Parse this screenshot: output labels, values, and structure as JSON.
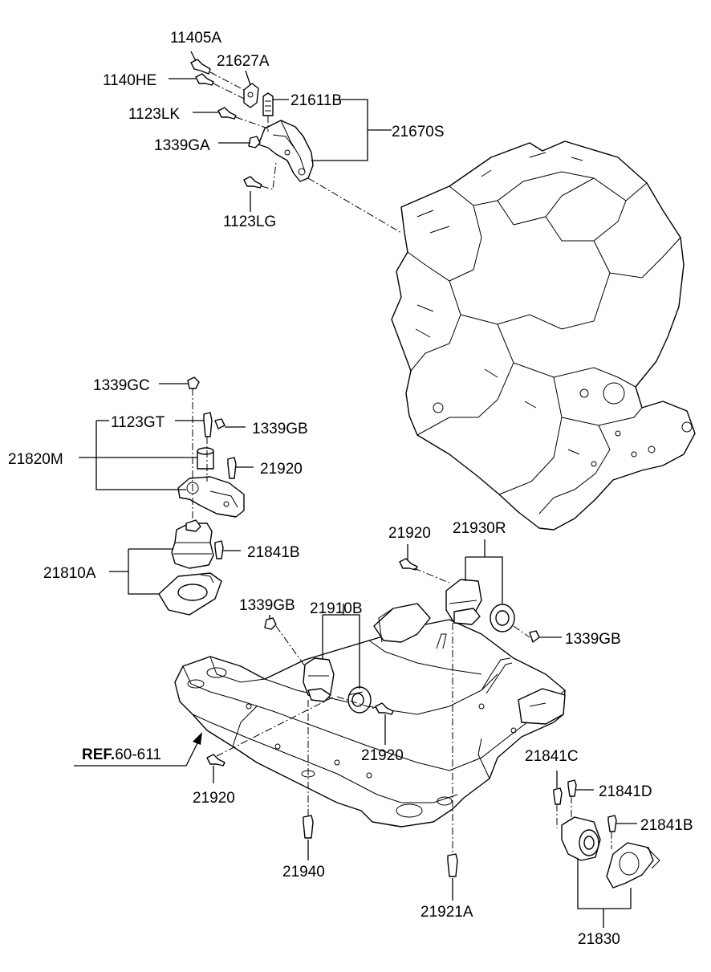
{
  "labels": {
    "l_11405A": "11405A",
    "l_1140HE": "1140HE",
    "l_21627A": "21627A",
    "l_21611B": "21611B",
    "l_1123LK": "1123LK",
    "l_21670S": "21670S",
    "l_1339GA": "1339GA",
    "l_1123LG": "1123LG",
    "l_1339GC": "1339GC",
    "l_1123GT": "1123GT",
    "l_1339GB_a": "1339GB",
    "l_21820M": "21820M",
    "l_21920_a": "21920",
    "l_21841B_a": "21841B",
    "l_21810A": "21810A",
    "l_21920_b": "21920",
    "l_21930R": "21930R",
    "l_1339GB_b": "1339GB",
    "l_21910B": "21910B",
    "l_1339GB_c": "1339GB",
    "l_ref_bold": "REF.",
    "l_ref_num": "60-611",
    "l_21920_c": "21920",
    "l_21920_d": "21920",
    "l_21841C": "21841C",
    "l_21841D": "21841D",
    "l_21841B_b": "21841B",
    "l_21940": "21940",
    "l_21921A": "21921A",
    "l_21830": "21830"
  }
}
